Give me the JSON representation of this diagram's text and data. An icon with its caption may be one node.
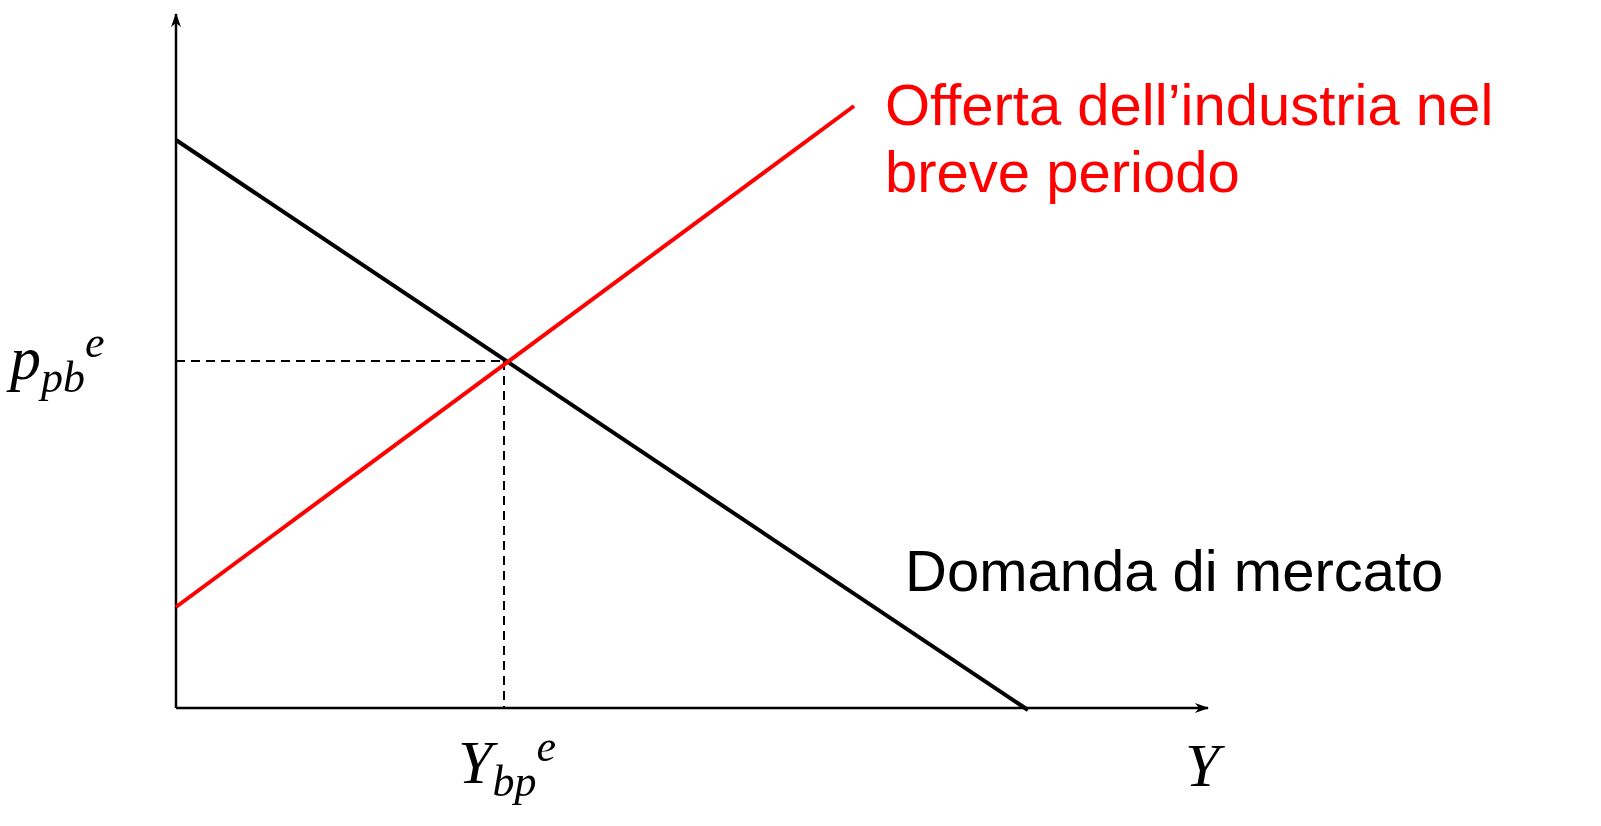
{
  "diagram": {
    "labels": [
      "Offerta dell’industria nel breve periodo",
      "p$_{pb}$$^{e}$",
      "Domanda di mercato",
      "Y$_{bp}$$^{e}$",
      "Y"
    ]
  }
}
